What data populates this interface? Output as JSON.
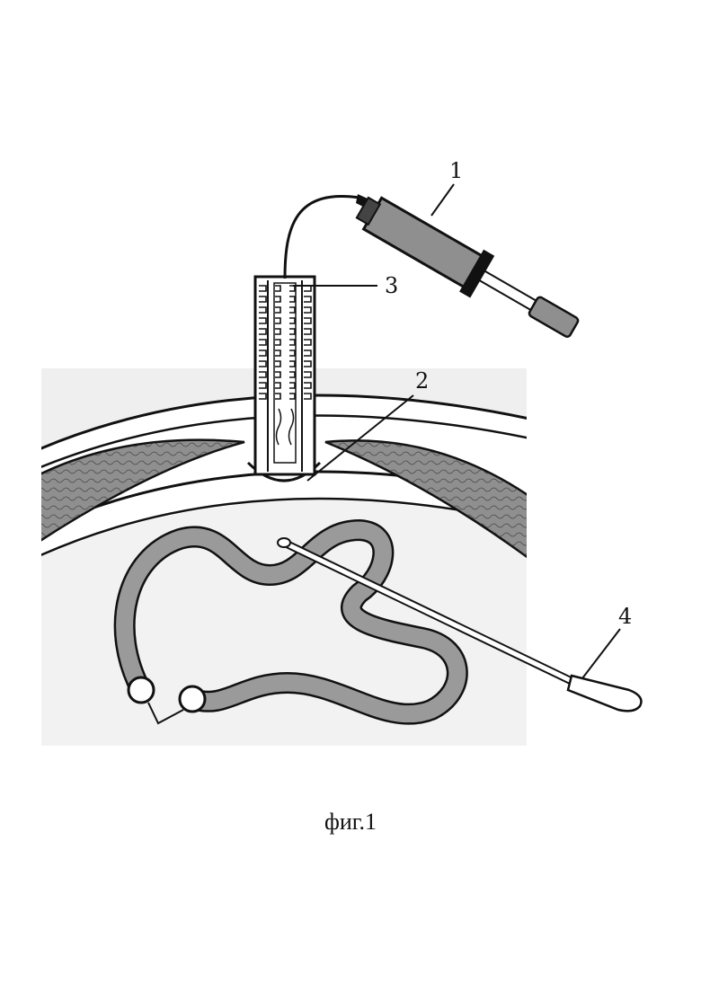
{
  "figure": {
    "caption": "фиг.1",
    "labels": {
      "syringe": "1",
      "puncture": "2",
      "trocar": "3",
      "probe": "4"
    }
  },
  "colors": {
    "ink": "#111111",
    "tissue_gray": "#bdbdbd",
    "bowel_gray": "#9a9a9a",
    "cavity": "#efefef",
    "muscle": "#8f8f8f"
  }
}
